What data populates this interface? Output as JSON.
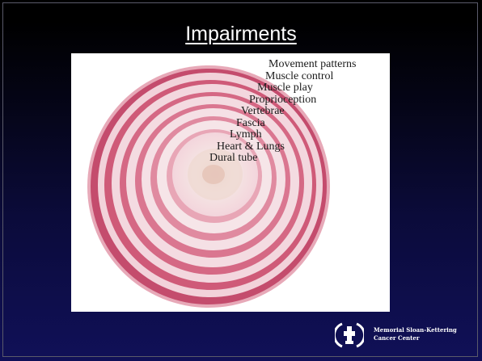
{
  "slide": {
    "title": "Impairments",
    "layers": [
      "Movement patterns",
      "Muscle control",
      "Muscle play",
      "Proprioception",
      "Vertebrae",
      "Fascia",
      "Lymph",
      "Heart & Lungs",
      "Dural tube"
    ],
    "logo": {
      "line1": "Memorial Sloan-Kettering",
      "line2": "Cancer Center"
    }
  },
  "colors": {
    "background_top": "#000000",
    "background_bottom": "#101058",
    "title_text": "#ffffff",
    "onion_ring": "#c8506e",
    "onion_flesh": "#f6dde2"
  }
}
